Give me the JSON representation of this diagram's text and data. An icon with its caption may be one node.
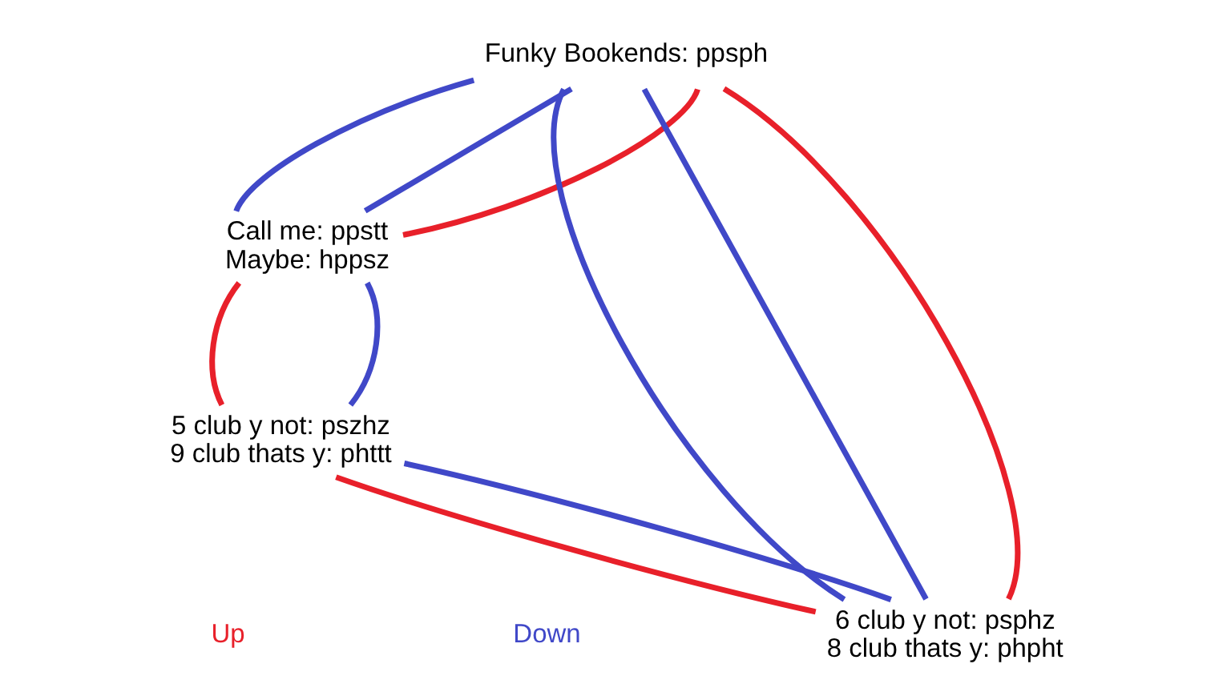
{
  "diagram": {
    "nodes": [
      {
        "text": [
          "Funky Bookends: ppsph"
        ]
      },
      {
        "text": [
          "Call me: ppstt",
          "Maybe: hppsz"
        ]
      },
      {
        "text": [
          "6 club y not: psphz",
          "8 club thats y: phpht"
        ]
      },
      {
        "text": [
          "5 club y not: pszhz",
          "9 club thats y: phttt"
        ]
      }
    ],
    "edges": [
      {
        "from": 0,
        "to": 1,
        "arrow": "none"
      },
      {
        "from": 0,
        "to": 1,
        "arrow": "none"
      },
      {
        "from": 0,
        "to": 1,
        "arrow": "none",
        "color": "#e8202a"
      },
      {
        "from": 0,
        "to": 2,
        "arrow": "none"
      },
      {
        "from": 0,
        "to": 2,
        "arrow": "none"
      },
      {
        "from": 0,
        "to": 2,
        "arrow": "none",
        "color": "#e8202a"
      },
      {
        "from": 1,
        "to": 3,
        "arrow": "none",
        "color": "#e8202a"
      },
      {
        "from": 1,
        "to": 3,
        "arrow": "none"
      },
      {
        "from": 3,
        "to": 2,
        "arrow": "none",
        "color": "#e8202a"
      },
      {
        "from": 3,
        "to": 2,
        "arrow": "none"
      }
    ],
    "legend": [
      {
        "text": "Up",
        "color": "#e8202a"
      },
      {
        "text": "Down",
        "color": "#4048c8"
      }
    ]
  }
}
